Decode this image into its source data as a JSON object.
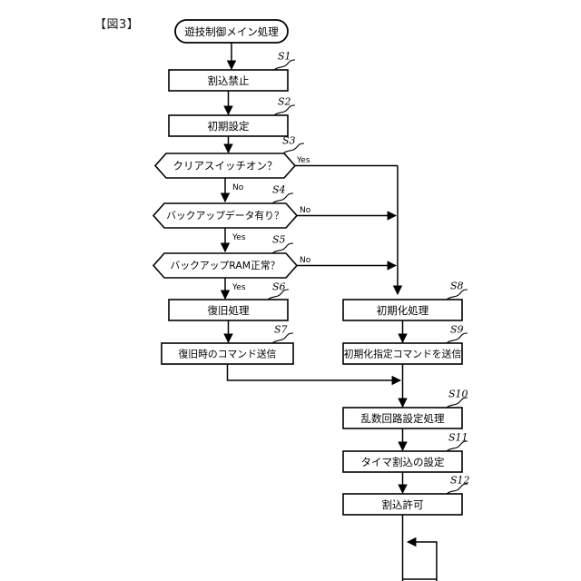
{
  "figure": {
    "label": "【図3】"
  },
  "flowchart": {
    "type": "flowchart",
    "title": "遊技制御メイン処理",
    "nodes": [
      {
        "id": "start",
        "shape": "terminator",
        "text": "遊技制御メイン処理",
        "step": ""
      },
      {
        "id": "s1",
        "shape": "process",
        "text": "割込禁止",
        "step": "S1"
      },
      {
        "id": "s2",
        "shape": "process",
        "text": "初期設定",
        "step": "S2"
      },
      {
        "id": "s3",
        "shape": "decision",
        "text": "クリアスイッチオン？",
        "step": "S3"
      },
      {
        "id": "s4",
        "shape": "decision",
        "text": "バックアップデータ有り？",
        "step": "S4"
      },
      {
        "id": "s5",
        "shape": "decision",
        "text": "バックアップRAM正常？",
        "step": "S5"
      },
      {
        "id": "s6",
        "shape": "process",
        "text": "復旧処理",
        "step": "S6"
      },
      {
        "id": "s7",
        "shape": "process",
        "text": "復旧時のコマンド送信",
        "step": "S7"
      },
      {
        "id": "s8",
        "shape": "process",
        "text": "初期化処理",
        "step": "S8"
      },
      {
        "id": "s9",
        "shape": "process",
        "text": "初期化指定コマンドを送信",
        "step": "S9"
      },
      {
        "id": "s10",
        "shape": "process",
        "text": "乱数回路設定処理",
        "step": "S10"
      },
      {
        "id": "s11",
        "shape": "process",
        "text": "タイマ割込の設定",
        "step": "S11"
      },
      {
        "id": "s12",
        "shape": "process",
        "text": "割込許可",
        "step": "S12"
      }
    ],
    "branch_labels": {
      "s3_yes": "Yes",
      "s3_no": "No",
      "s4_no": "No",
      "s4_yes": "Yes",
      "s5_no": "No",
      "s5_yes": "Yes"
    },
    "edges": [
      {
        "from": "start",
        "to": "s1",
        "label": ""
      },
      {
        "from": "s1",
        "to": "s2",
        "label": ""
      },
      {
        "from": "s2",
        "to": "s3",
        "label": ""
      },
      {
        "from": "s3",
        "to": "s8",
        "label": "Yes"
      },
      {
        "from": "s3",
        "to": "s4",
        "label": "No"
      },
      {
        "from": "s4",
        "to": "s8",
        "label": "No"
      },
      {
        "from": "s4",
        "to": "s5",
        "label": "Yes"
      },
      {
        "from": "s5",
        "to": "s8",
        "label": "No"
      },
      {
        "from": "s5",
        "to": "s6",
        "label": "Yes"
      },
      {
        "from": "s6",
        "to": "s7",
        "label": ""
      },
      {
        "from": "s7",
        "to": "s10",
        "label": ""
      },
      {
        "from": "s8",
        "to": "s9",
        "label": ""
      },
      {
        "from": "s9",
        "to": "s10",
        "label": ""
      },
      {
        "from": "s10",
        "to": "s11",
        "label": ""
      },
      {
        "from": "s11",
        "to": "s12",
        "label": ""
      },
      {
        "from": "s12",
        "to": "loop",
        "label": ""
      }
    ],
    "colors": {
      "stroke": "#000000",
      "fill": "#ffffff",
      "text": "#000000",
      "background": "#ffffff"
    }
  }
}
